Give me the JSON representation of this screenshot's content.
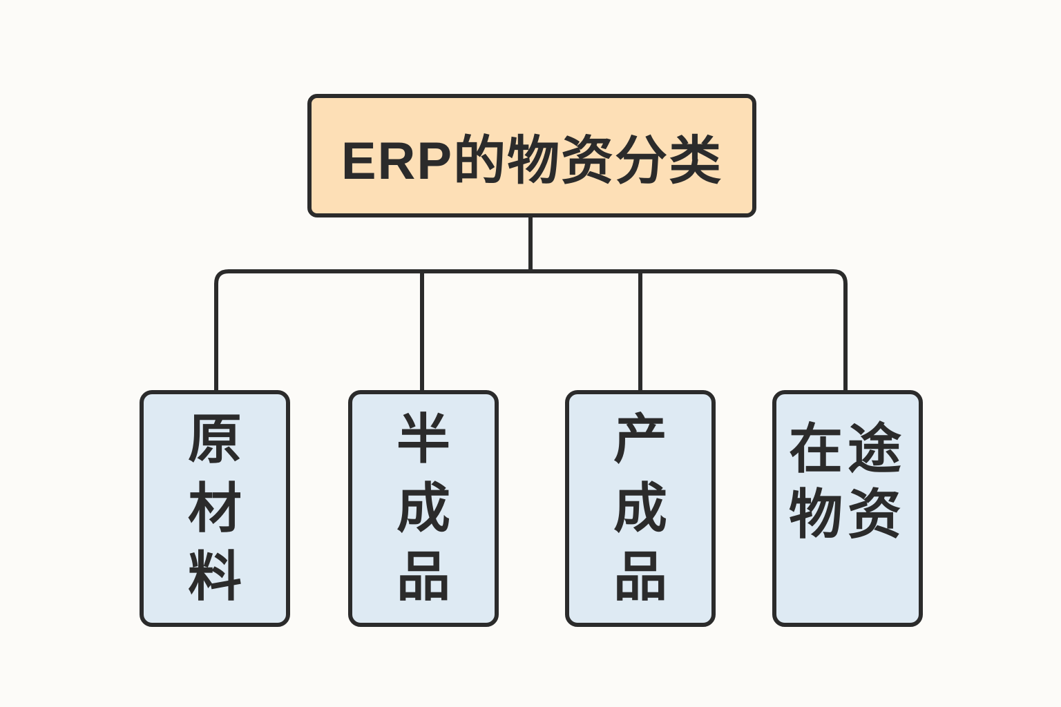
{
  "diagram": {
    "title": "ERP的物资分类",
    "root": {
      "id": "erp-material-classification",
      "label": "ERP的物资分类"
    },
    "children": [
      {
        "id": "raw-materials",
        "label": "原材料"
      },
      {
        "id": "semi-finished-goods",
        "label": "半成品"
      },
      {
        "id": "finished-goods",
        "label": "产成品"
      },
      {
        "id": "materials-in-transit",
        "label": "在途物资"
      }
    ],
    "colors": {
      "background": "#FCFBF8",
      "root_fill": "#FDDFB6",
      "child_fill": "#DEEAF3",
      "line": "#2B2B2B",
      "text": "#2B2B2B"
    }
  }
}
